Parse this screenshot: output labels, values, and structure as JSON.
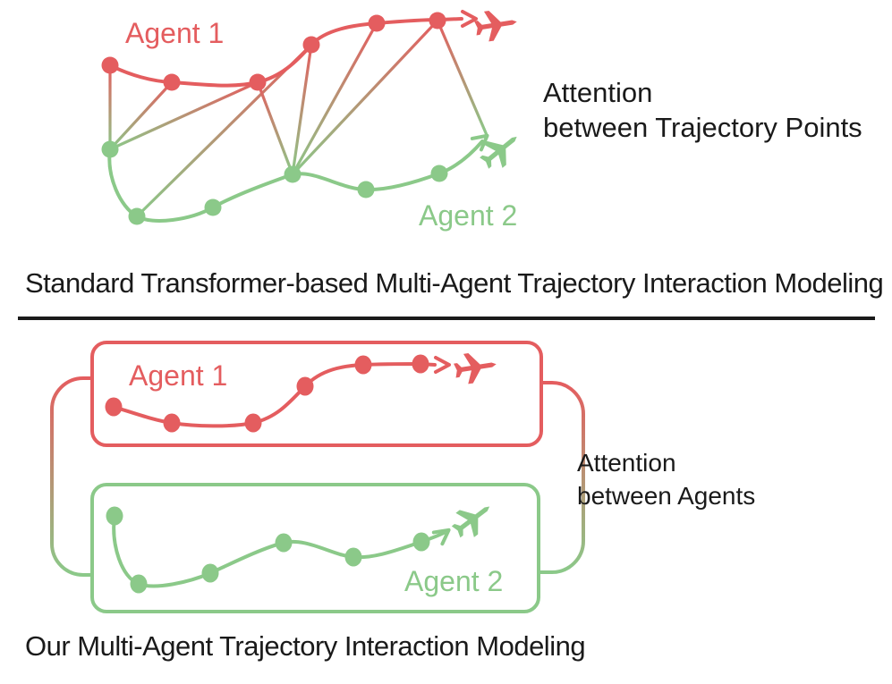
{
  "colors": {
    "agent1": "#e45d5f",
    "agent2": "#8bc989",
    "text": "#1a1a1a",
    "background": "#ffffff"
  },
  "top_panel": {
    "agent1_label": "Agent 1",
    "agent2_label": "Agent 2",
    "annotation_line1": "Attention",
    "annotation_line2": "between Trajectory Points",
    "caption": "Standard Transformer-based Multi-Agent Trajectory Interaction Modeling"
  },
  "bottom_panel": {
    "agent1_label": "Agent 1",
    "agent2_label": "Agent 2",
    "annotation_line1": "Attention",
    "annotation_line2": "between Agents",
    "caption": "Our Multi-Agent Trajectory Interaction Modeling"
  }
}
